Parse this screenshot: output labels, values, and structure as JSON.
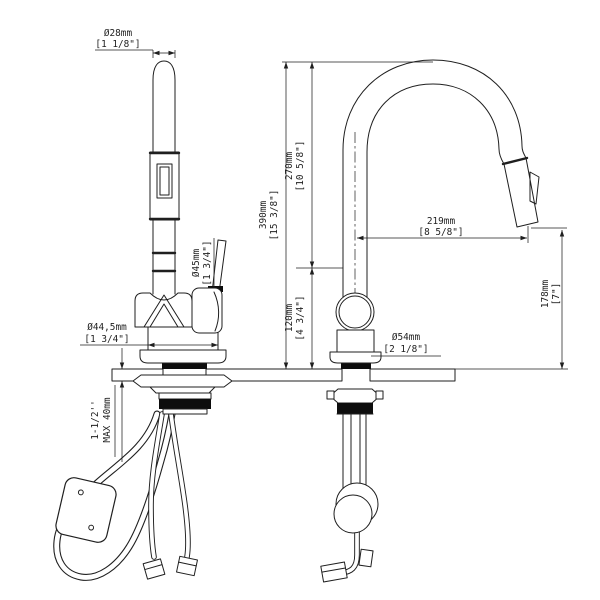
{
  "colors": {
    "line": "#1f1f1f",
    "background": "#ffffff",
    "gasket": "#0d0d0d"
  },
  "labels": {
    "spout_top_diameter": {
      "mm": "Ø28mm",
      "in": "[1 1/8\"]"
    },
    "handle_diameter": {
      "mm": "Ø45mm",
      "in": "[1 3/4\"]"
    },
    "base_left_diameter": {
      "mm": "Ø44,5mm",
      "in": "[1 3/4\"]"
    },
    "overall_height": {
      "mm": "390mm",
      "in": "[15 3/8\"]"
    },
    "top_to_outlet": {
      "mm": "270mm",
      "in": "[10 5/8\"]"
    },
    "outlet_to_deck": {
      "mm": "120mm",
      "in": "[4 3/4\"]"
    },
    "spout_reach": {
      "mm": "219mm",
      "in": "[8 5/8\"]"
    },
    "head_to_deck": {
      "mm": "178mm",
      "in": "[7\"]"
    },
    "base_right_diameter": {
      "mm": "Ø54mm",
      "in": "[2 1/8\"]"
    },
    "deck_thickness": {
      "line1": "1-1/2''",
      "line2": "MAX 40mm"
    }
  }
}
